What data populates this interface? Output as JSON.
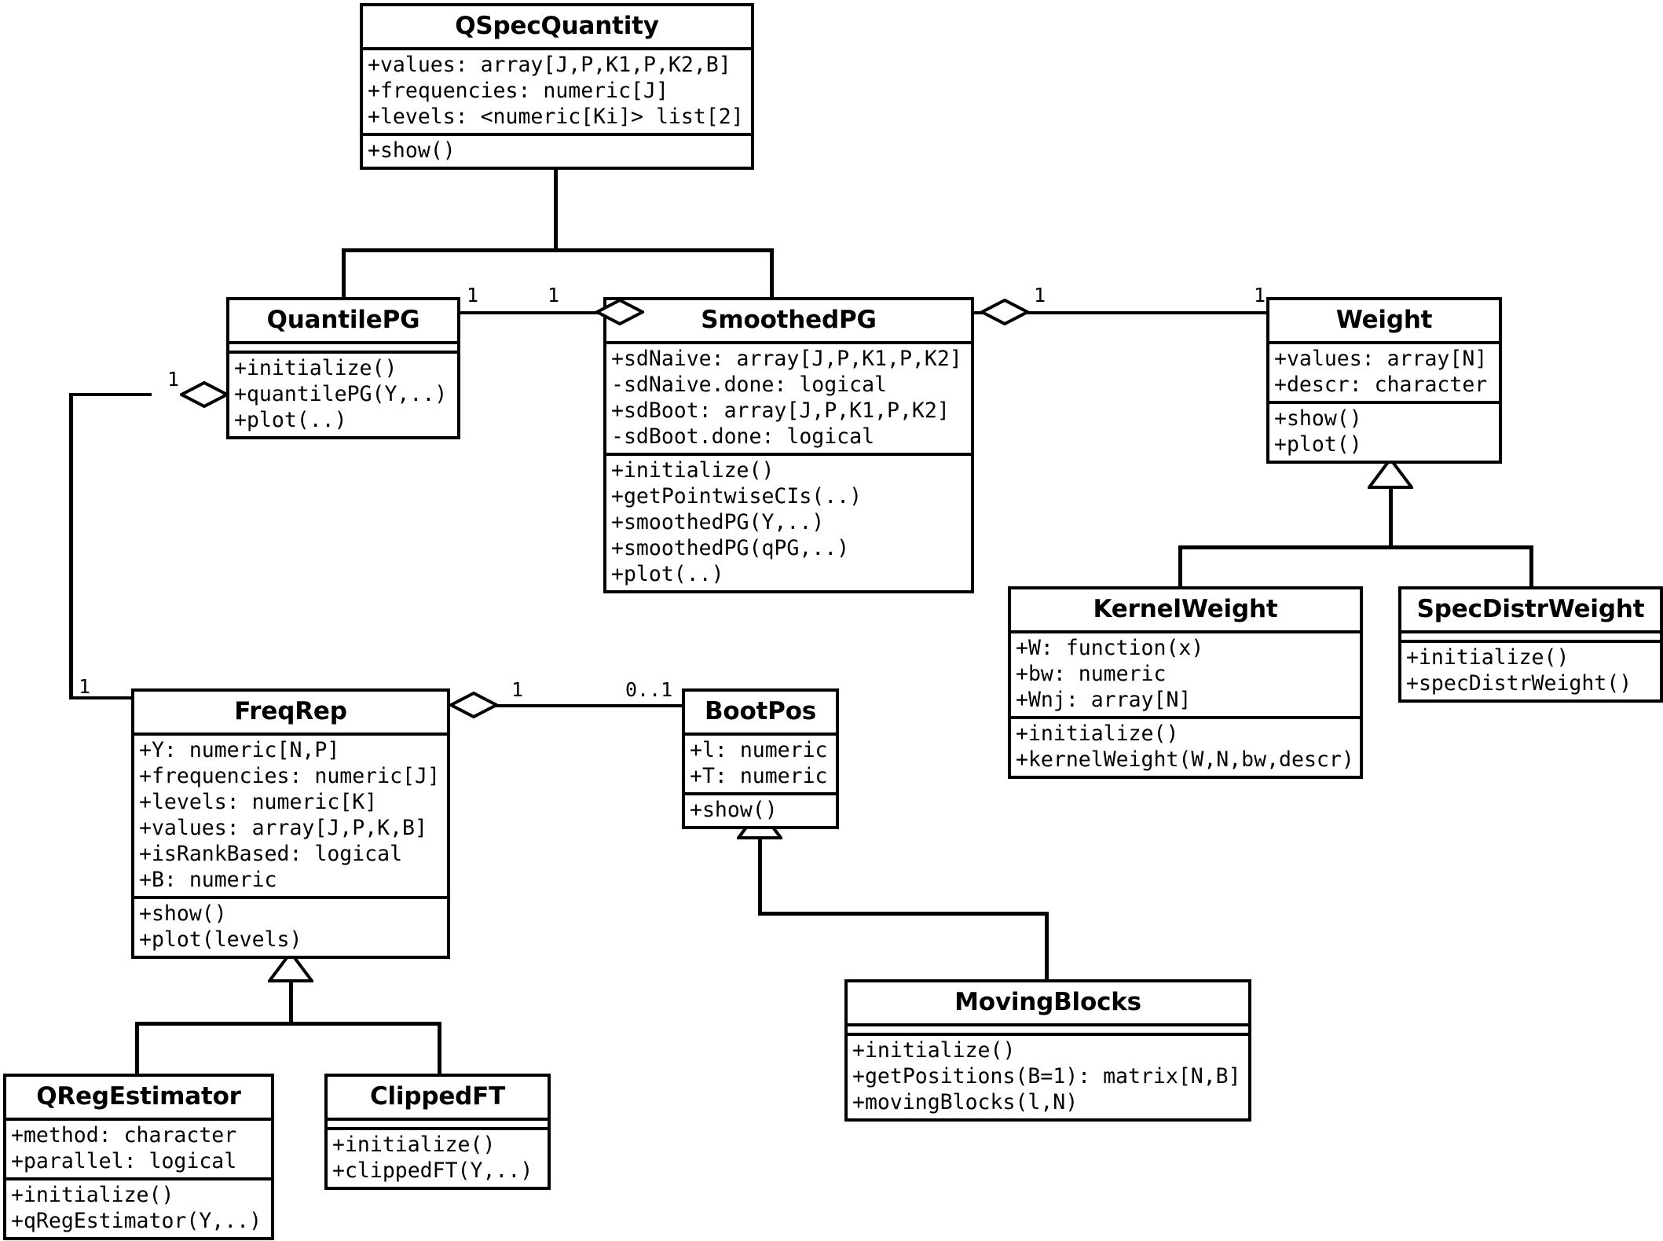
{
  "diagram": {
    "title": "UML class diagram",
    "line_color": "#000000",
    "background": "#ffffff"
  },
  "classes": [
    {
      "id": "qspecquantity",
      "name": "QSpecQuantity",
      "attributes": [
        "+values: array[J,P,K1,P,K2,B]",
        "+frequencies: numeric[J]",
        "+levels: <numeric[Ki]> list[2]"
      ],
      "methods": [
        "+show()"
      ]
    },
    {
      "id": "quantilepg",
      "name": "QuantilePG",
      "attributes": [],
      "methods": [
        "+initialize()",
        "+quantilePG(Y,..)",
        "+plot(..)"
      ]
    },
    {
      "id": "smoothedpg",
      "name": "SmoothedPG",
      "attributes": [
        "+sdNaive: array[J,P,K1,P,K2]",
        "-sdNaive.done: logical",
        "+sdBoot: array[J,P,K1,P,K2]",
        "-sdBoot.done: logical"
      ],
      "methods": [
        "+initialize()",
        "+getPointwiseCIs(..)",
        "+smoothedPG(Y,..)",
        "+smoothedPG(qPG,..)",
        "+plot(..)"
      ]
    },
    {
      "id": "weight",
      "name": "Weight",
      "attributes": [
        "+values: array[N]",
        "+descr: character"
      ],
      "methods": [
        "+show()",
        "+plot()"
      ]
    },
    {
      "id": "kernelweight",
      "name": "KernelWeight",
      "attributes": [
        "+W: function(x)",
        "+bw: numeric",
        "+Wnj: array[N]"
      ],
      "methods": [
        "+initialize()",
        "+kernelWeight(W,N,bw,descr)"
      ]
    },
    {
      "id": "specdistrweight",
      "name": "SpecDistrWeight",
      "attributes": [],
      "methods": [
        "+initialize()",
        "+specDistrWeight()"
      ]
    },
    {
      "id": "freqrep",
      "name": "FreqRep",
      "attributes": [
        "+Y: numeric[N,P]",
        "+frequencies: numeric[J]",
        "+levels: numeric[K]",
        "+values: array[J,P,K,B]",
        "+isRankBased: logical",
        "+B: numeric"
      ],
      "methods": [
        "+show()",
        "+plot(levels)"
      ]
    },
    {
      "id": "bootpos",
      "name": "BootPos",
      "attributes": [
        "+l: numeric",
        "+T: numeric"
      ],
      "methods": [
        "+show()"
      ]
    },
    {
      "id": "movingblocks",
      "name": "MovingBlocks",
      "attributes": [],
      "methods": [
        "+initialize()",
        "+getPositions(B=1): matrix[N,B]",
        "+movingBlocks(l,N)"
      ]
    },
    {
      "id": "qregestimator",
      "name": "QRegEstimator",
      "attributes": [
        "+method: character",
        "+parallel: logical"
      ],
      "methods": [
        "+initialize()",
        "+qRegEstimator(Y,..)"
      ]
    },
    {
      "id": "clippedft",
      "name": "ClippedFT",
      "attributes": [],
      "methods": [
        "+initialize()",
        "+clippedFT(Y,..)"
      ]
    }
  ],
  "multiplicities": {
    "quantilepg_to_smoothedpg_src": "1",
    "quantilepg_to_smoothedpg_dst": "1",
    "smoothedpg_to_weight_src": "1",
    "smoothedpg_to_weight_dst": "1",
    "quantilepg_to_freqrep_src": "1",
    "quantilepg_to_freqrep_dst": "1",
    "freqrep_to_bootpos_src": "1",
    "freqrep_to_bootpos_dst": "0..1"
  },
  "relationships": [
    {
      "type": "generalization",
      "from": "QuantilePG",
      "to": "QSpecQuantity"
    },
    {
      "type": "generalization",
      "from": "SmoothedPG",
      "to": "QSpecQuantity"
    },
    {
      "type": "aggregation",
      "from": "SmoothedPG",
      "to": "QuantilePG"
    },
    {
      "type": "aggregation",
      "from": "SmoothedPG",
      "to": "Weight"
    },
    {
      "type": "generalization",
      "from": "KernelWeight",
      "to": "Weight"
    },
    {
      "type": "generalization",
      "from": "SpecDistrWeight",
      "to": "Weight"
    },
    {
      "type": "aggregation",
      "from": "QuantilePG",
      "to": "FreqRep"
    },
    {
      "type": "aggregation",
      "from": "FreqRep",
      "to": "BootPos"
    },
    {
      "type": "generalization",
      "from": "QRegEstimator",
      "to": "FreqRep"
    },
    {
      "type": "generalization",
      "from": "ClippedFT",
      "to": "FreqRep"
    },
    {
      "type": "generalization",
      "from": "MovingBlocks",
      "to": "BootPos"
    }
  ]
}
